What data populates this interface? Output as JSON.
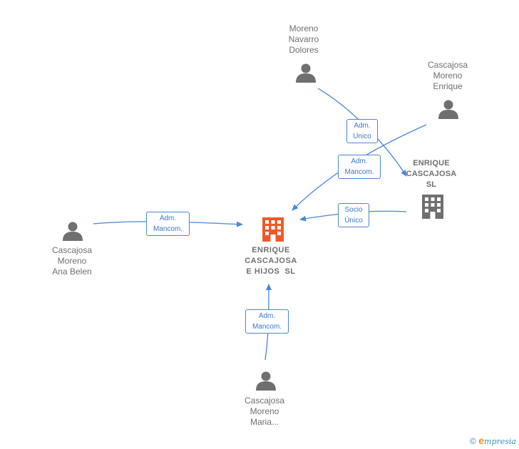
{
  "nodes": {
    "main_company": {
      "lines": [
        "ENRIQUE",
        "CASCAJOSA",
        "E HIJOS  SL"
      ],
      "type": "company",
      "color": "#f05a28"
    },
    "subsidiary": {
      "lines": [
        "ENRIQUE",
        "CASCAJOSA",
        "SL"
      ],
      "type": "company",
      "color": "#6f6f6f"
    },
    "moreno_navarro": {
      "lines": [
        "Moreno",
        "Navarro",
        "Dolores"
      ],
      "type": "person"
    },
    "cascajosa_enrique": {
      "lines": [
        "Cascajosa",
        "Moreno",
        "Enrique"
      ],
      "type": "person"
    },
    "cascajosa_ana": {
      "lines": [
        "Cascajosa",
        "Moreno",
        "Ana Belen"
      ],
      "type": "person"
    },
    "cascajosa_maria": {
      "lines": [
        "Cascajosa",
        "Moreno",
        "Maria..."
      ],
      "type": "person"
    }
  },
  "edges": {
    "navarro_to_sub": {
      "lines": [
        "Adm.",
        "Unico"
      ]
    },
    "enrique_to_main": {
      "lines": [
        "Adm.",
        "Mancom."
      ]
    },
    "sub_to_main": {
      "lines": [
        "Socio",
        "Único"
      ]
    },
    "ana_to_main": {
      "lines": [
        "Adm.",
        "Mancom."
      ]
    },
    "maria_to_main": {
      "lines": [
        "Adm.",
        "Mancom."
      ]
    }
  },
  "colors": {
    "edge": "#4a86d6",
    "person_icon": "#6f6f6f"
  },
  "footer": {
    "copyright_symbol": "©",
    "brand_initial": "e",
    "brand_rest": "mpresia"
  }
}
